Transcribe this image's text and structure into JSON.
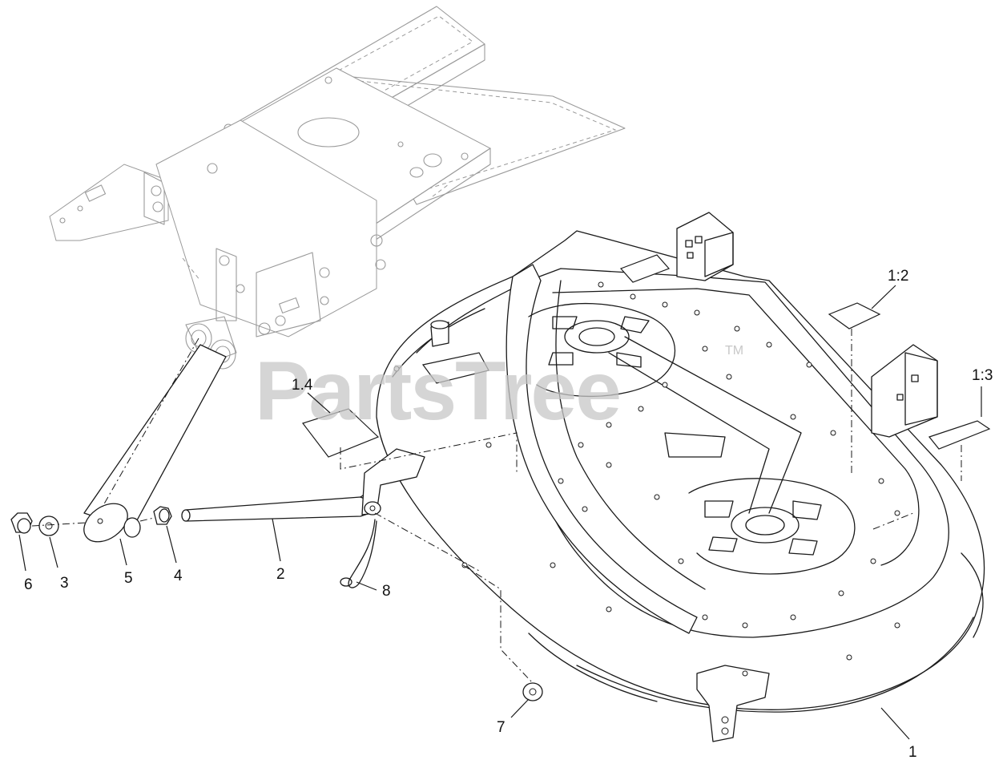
{
  "watermark": {
    "text": "PartsTree",
    "trademark": "TM"
  },
  "callouts": [
    {
      "id": "1",
      "label": "1"
    },
    {
      "id": "1_2",
      "label": "1:2"
    },
    {
      "id": "1_3",
      "label": "1:3"
    },
    {
      "id": "1_4",
      "label": "1.4"
    },
    {
      "id": "2",
      "label": "2"
    },
    {
      "id": "3",
      "label": "3"
    },
    {
      "id": "4",
      "label": "4"
    },
    {
      "id": "5",
      "label": "5"
    },
    {
      "id": "6",
      "label": "6"
    },
    {
      "id": "7",
      "label": "7"
    },
    {
      "id": "8",
      "label": "8"
    }
  ],
  "colors": {
    "line": "#1a1a1a",
    "ghost": "#9a9a9a",
    "watermark": "#c8c8c8",
    "background": "#ffffff"
  }
}
